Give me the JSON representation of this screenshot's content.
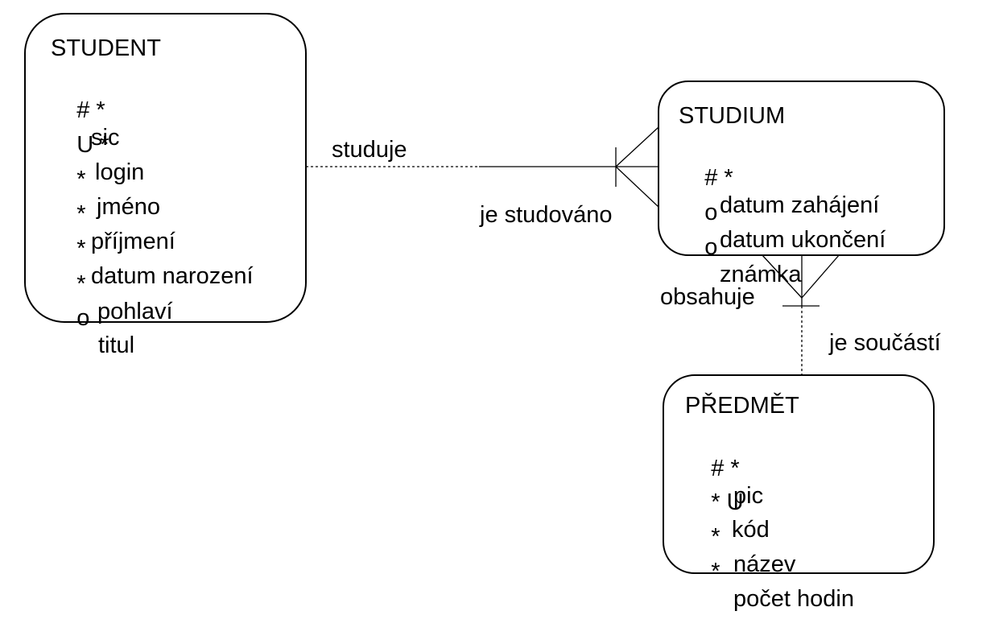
{
  "entities": {
    "student": {
      "name": "STUDENT",
      "attributes": [
        {
          "marker": "# *",
          "name": "sic"
        },
        {
          "marker": "U *",
          "name": "login"
        },
        {
          "marker": "*",
          "name": "jméno"
        },
        {
          "marker": "*",
          "name": "příjmení"
        },
        {
          "marker": "*",
          "name": "datum narození"
        },
        {
          "marker": "*",
          "name": "pohlaví"
        },
        {
          "marker": "o",
          "name": "titul"
        }
      ]
    },
    "studium": {
      "name": "STUDIUM",
      "attributes": [
        {
          "marker": "# *",
          "name": "datum zahájení"
        },
        {
          "marker": "o",
          "name": "datum ukončení"
        },
        {
          "marker": "o",
          "name": "známka"
        }
      ]
    },
    "predmet": {
      "name": "PŘEDMĚT",
      "attributes": [
        {
          "marker": "# *",
          "name": "pic"
        },
        {
          "marker": "* U",
          "name": "kód"
        },
        {
          "marker": "*",
          "name": "název"
        },
        {
          "marker": "*",
          "name": "počet hodin"
        }
      ]
    }
  },
  "relationships": {
    "student_studium": {
      "label_from": "studuje",
      "label_to": "je studováno"
    },
    "studium_predmet": {
      "label_from": "obsahuje",
      "label_to": "je součástí"
    }
  }
}
